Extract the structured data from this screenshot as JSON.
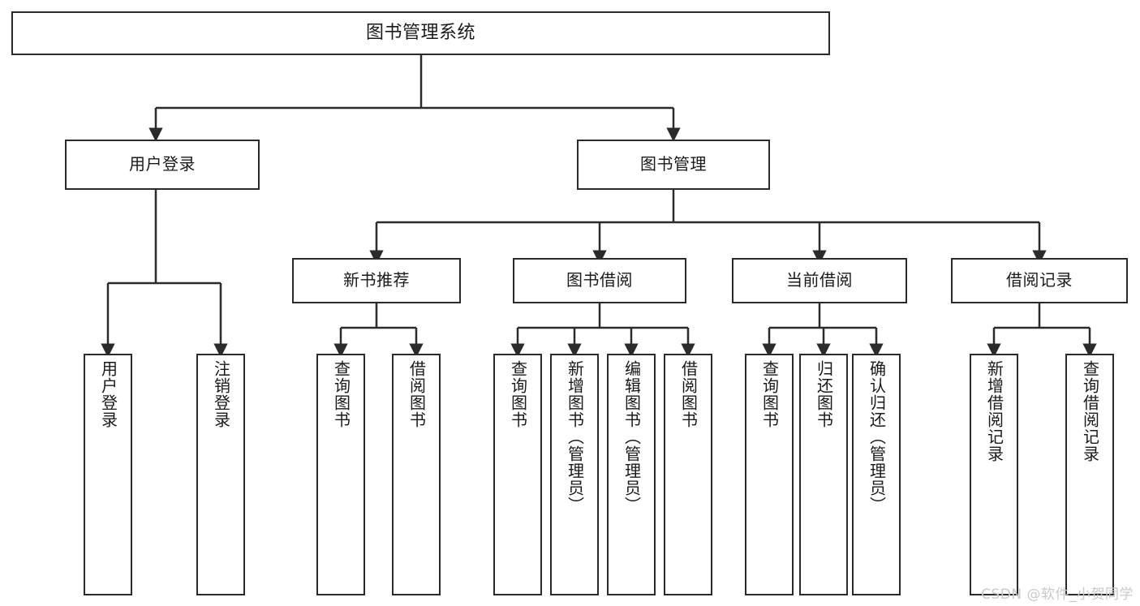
{
  "diagram": {
    "title_node": {
      "label": "图书管理系统"
    },
    "level2": [
      {
        "id": "user-login",
        "label": "用户登录"
      },
      {
        "id": "book-management",
        "label": "图书管理"
      }
    ],
    "level3": [
      {
        "id": "new-book-recommend",
        "label": "新书推荐"
      },
      {
        "id": "book-borrow",
        "label": "图书借阅"
      },
      {
        "id": "current-borrow",
        "label": "当前借阅"
      },
      {
        "id": "borrow-record",
        "label": "借阅记录"
      }
    ],
    "leaves": [
      {
        "id": "leaf-user-login",
        "parent": "user-login",
        "label": "用户登录"
      },
      {
        "id": "leaf-logout",
        "parent": "user-login",
        "label": "注销登录"
      },
      {
        "id": "leaf-query-book-1",
        "parent": "new-book-recommend",
        "label": "查询图书"
      },
      {
        "id": "leaf-borrow-book-1",
        "parent": "new-book-recommend",
        "label": "借阅图书"
      },
      {
        "id": "leaf-query-book-2",
        "parent": "book-borrow",
        "label": "查询图书"
      },
      {
        "id": "leaf-add-book",
        "parent": "book-borrow",
        "label": "新增图书（管理员）"
      },
      {
        "id": "leaf-edit-book",
        "parent": "book-borrow",
        "label": "编辑图书（管理员）"
      },
      {
        "id": "leaf-borrow-book-2",
        "parent": "book-borrow",
        "label": "借阅图书"
      },
      {
        "id": "leaf-query-book-3",
        "parent": "current-borrow",
        "label": "查询图书"
      },
      {
        "id": "leaf-return-book",
        "parent": "current-borrow",
        "label": "归还图书"
      },
      {
        "id": "leaf-confirm-return",
        "parent": "current-borrow",
        "label": "确认归还（管理员）"
      },
      {
        "id": "leaf-add-record",
        "parent": "borrow-record",
        "label": "新增借阅记录"
      },
      {
        "id": "leaf-query-record",
        "parent": "borrow-record",
        "label": "查询借阅记录"
      }
    ],
    "watermark": "CSDN @软件_小贺同学",
    "colors": {
      "stroke": "#2b2b2b",
      "fill": "#ffffff",
      "text": "#1a1a1a",
      "watermark": "#c9c9c9"
    }
  }
}
